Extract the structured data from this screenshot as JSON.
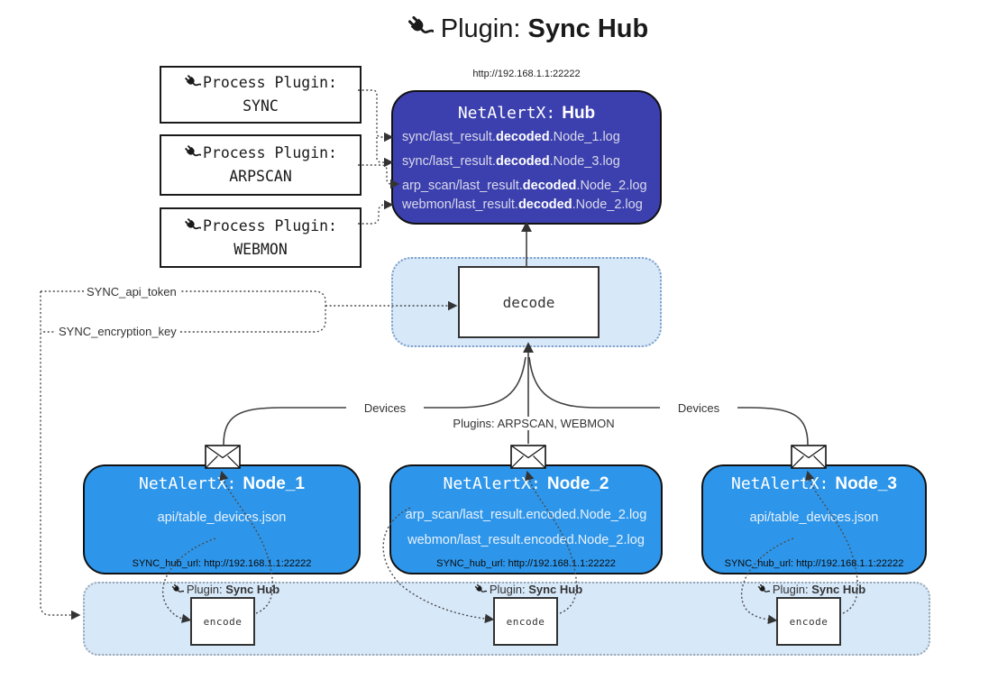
{
  "title": {
    "icon": "plug-icon",
    "prefix": "Plugin:",
    "name": "Sync Hub"
  },
  "process_plugins": [
    {
      "label": "Process Plugin:",
      "name": "SYNC"
    },
    {
      "label": "Process Plugin:",
      "name": "ARPSCAN"
    },
    {
      "label": "Process Plugin:",
      "name": "WEBMON"
    }
  ],
  "hub": {
    "url": "http://192.168.1.1:22222",
    "prefix": "NetAlertX:",
    "name": "Hub",
    "logs": [
      {
        "pre": "sync/last_result.",
        "bold": "decoded",
        "post": ".Node_1.log"
      },
      {
        "pre": "sync/last_result.",
        "bold": "decoded",
        "post": ".Node_3.log"
      },
      {
        "pre": "arp_scan/last_result.",
        "bold": "decoded",
        "post": ".Node_2.log"
      },
      {
        "pre": "webmon/last_result.",
        "bold": "decoded",
        "post": ".Node_2.log"
      }
    ]
  },
  "decode": {
    "label": "decode"
  },
  "keys": {
    "api_token": "SYNC_api_token",
    "encryption_key": "SYNC_encryption_key"
  },
  "edge_labels": {
    "devices_left": "Devices",
    "plugins_middle": "Plugins: ARPSCAN, WEBMON",
    "devices_right": "Devices"
  },
  "nodes": [
    {
      "prefix": "NetAlertX:",
      "name": "Node_1",
      "files": [
        "api/table_devices.json"
      ],
      "hub_url": "SYNC_hub_url: http://192.168.1.1:22222"
    },
    {
      "prefix": "NetAlertX:",
      "name": "Node_2",
      "files": [
        "arp_scan/last_result.encoded.Node_2.log",
        "webmon/last_result.encoded.Node_2.log"
      ],
      "hub_url": "SYNC_hub_url: http://192.168.1.1:22222"
    },
    {
      "prefix": "NetAlertX:",
      "name": "Node_3",
      "files": [
        "api/table_devices.json"
      ],
      "hub_url": "SYNC_hub_url: http://192.168.1.1:22222"
    }
  ],
  "encoders": [
    {
      "label_prefix": "Plugin:",
      "label_name": "Sync Hub",
      "box": "encode"
    },
    {
      "label_prefix": "Plugin:",
      "label_name": "Sync Hub",
      "box": "encode"
    },
    {
      "label_prefix": "Plugin:",
      "label_name": "Sync Hub",
      "box": "encode"
    }
  ],
  "colors": {
    "hub_fill": "#3c40ae",
    "node_fill": "#2e96ea",
    "panel_fill": "#d7e8f9",
    "panel_border_blue": "#7d9ec7",
    "panel_border_gray": "#9aa7b2",
    "line": "#404040"
  }
}
